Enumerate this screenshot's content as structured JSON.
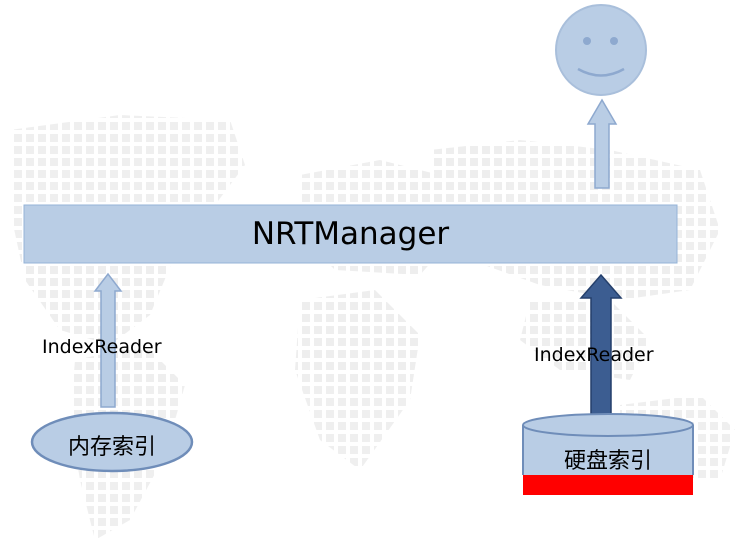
{
  "diagram": {
    "manager_label": "NRTManager",
    "left_reader_label": "IndexReader",
    "right_reader_label": "IndexReader",
    "memory_index_label": "内存索引",
    "disk_index_label": "硬盘索引",
    "icons": [
      "smiley-face-icon",
      "world-map-watermark"
    ],
    "colors": {
      "bar_fill": "#b9cde5",
      "bar_stroke": "#95b3d7",
      "light_arrow_fill": "#b9cde5",
      "dark_arrow_fill": "#3c5d91",
      "ellipse_fill": "#b9cde5",
      "ellipse_stroke": "#6f8db9",
      "disk_red": "#ff0000",
      "smiley_fill": "#b9cde5"
    }
  }
}
